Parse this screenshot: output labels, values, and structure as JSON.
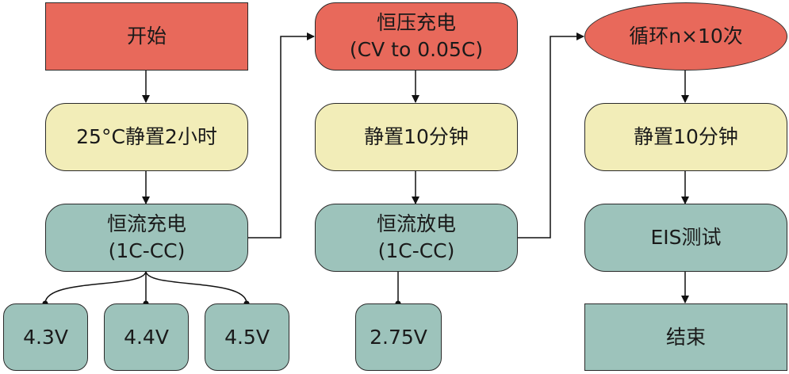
{
  "diagram": {
    "nodes": {
      "start": {
        "label": "开始",
        "color": "#e8695b"
      },
      "rest_2h": {
        "label": "25°C静置2小时",
        "color": "#f2edb8"
      },
      "cc_charge": {
        "line1": "恒流充电",
        "line2": "(1C-CC)",
        "color": "#9dc3bb"
      },
      "v43": {
        "label": "4.3V",
        "color": "#9dc3bb"
      },
      "v44": {
        "label": "4.4V",
        "color": "#9dc3bb"
      },
      "v45": {
        "label": "4.5V",
        "color": "#9dc3bb"
      },
      "cv_charge": {
        "line1": "恒压充电",
        "line2": "(CV to 0.05C)",
        "color": "#e8695b"
      },
      "rest_10m_a": {
        "label": "静置10分钟",
        "color": "#f2edb8"
      },
      "cc_discharge": {
        "line1": "恒流放电",
        "line2": "(1C-CC)",
        "color": "#9dc3bb"
      },
      "v275": {
        "label": "2.75V",
        "color": "#9dc3bb"
      },
      "cycle": {
        "label": "循环n×10次",
        "color": "#e8695b"
      },
      "rest_10m_b": {
        "label": "静置10分钟",
        "color": "#f2edb8"
      },
      "eis": {
        "label": "EIS测试",
        "color": "#9dc3bb"
      },
      "end": {
        "label": "结束",
        "color": "#9dc3bb"
      }
    },
    "edges": [
      {
        "from": "start",
        "to": "rest_2h"
      },
      {
        "from": "rest_2h",
        "to": "cc_charge"
      },
      {
        "from": "cc_charge",
        "to": "v43",
        "type": "branch"
      },
      {
        "from": "cc_charge",
        "to": "v44",
        "type": "branch"
      },
      {
        "from": "cc_charge",
        "to": "v45",
        "type": "branch"
      },
      {
        "from": "cc_charge",
        "to": "cv_charge"
      },
      {
        "from": "cv_charge",
        "to": "rest_10m_a"
      },
      {
        "from": "rest_10m_a",
        "to": "cc_discharge"
      },
      {
        "from": "cc_discharge",
        "to": "v275",
        "type": "branch"
      },
      {
        "from": "cc_discharge",
        "to": "cycle"
      },
      {
        "from": "cycle",
        "to": "rest_10m_b"
      },
      {
        "from": "rest_10m_b",
        "to": "eis"
      },
      {
        "from": "eis",
        "to": "end"
      }
    ]
  }
}
